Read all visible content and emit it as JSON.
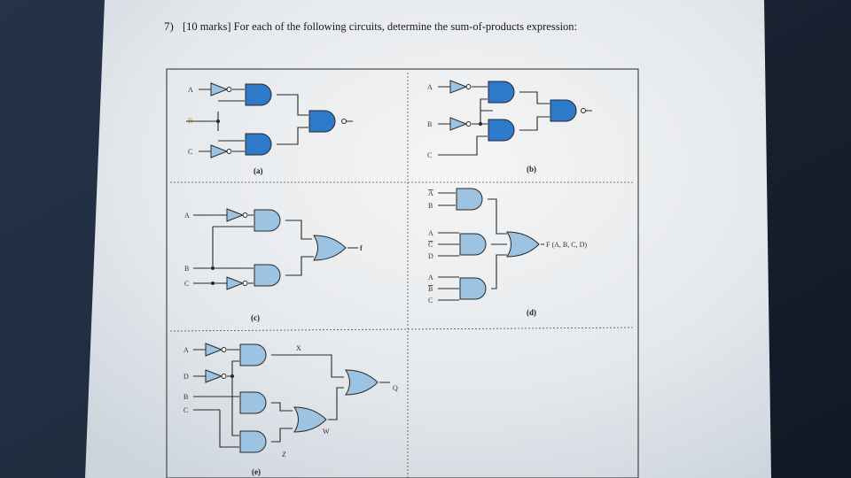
{
  "question": {
    "number": "7)",
    "text": "[10 marks] For each of the following circuits, determine the sum-of-products expression:"
  },
  "colors": {
    "gate_dark": "#2f7fd3",
    "gate_light": "#a3cbeb",
    "gate_edge": "#2a2a2a",
    "paper": "#eef2f6"
  },
  "circuits": {
    "a": {
      "caption": "(a)",
      "inputs": [
        "A",
        "B",
        "C"
      ]
    },
    "b": {
      "caption": "(b)",
      "inputs": [
        "A",
        "B",
        "C"
      ]
    },
    "c": {
      "caption": "(c)",
      "inputs": [
        "A",
        "B",
        "C"
      ],
      "output": "f"
    },
    "d": {
      "caption": "(d)",
      "inputs": [
        "A",
        "B",
        "A",
        "C",
        "D",
        "A",
        "B",
        "C"
      ],
      "output": "F (A, B, C, D)"
    },
    "e": {
      "caption": "(e)",
      "inputs": [
        "A",
        "D",
        "B",
        "C"
      ],
      "nodes": [
        "X",
        "W",
        "Z"
      ],
      "output": "Q"
    }
  }
}
